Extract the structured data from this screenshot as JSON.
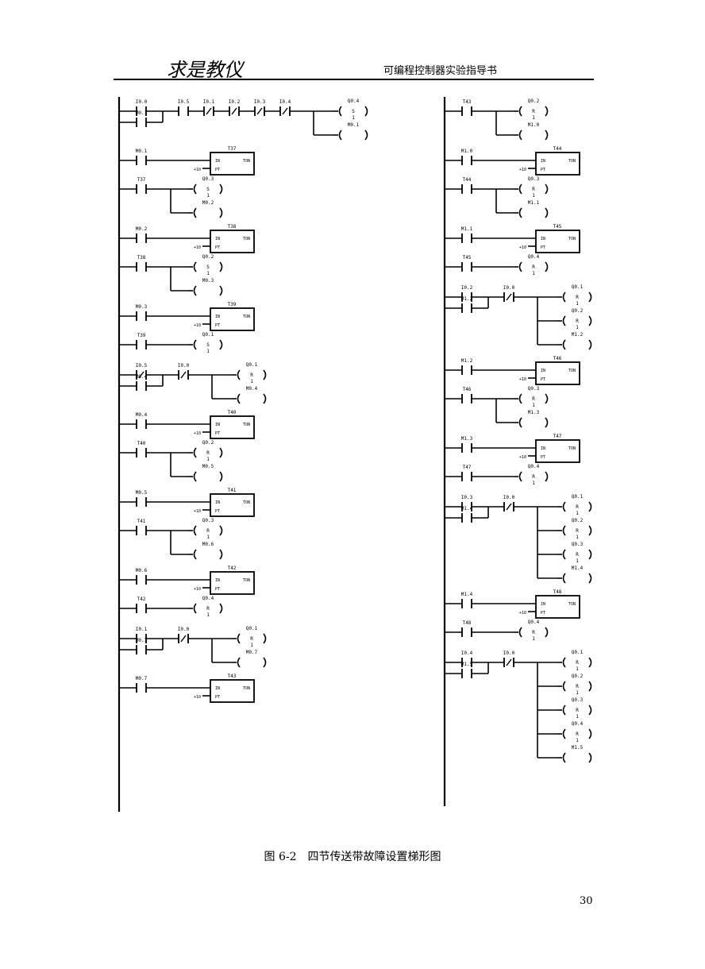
{
  "header": {
    "left": "求是教仪",
    "right": "可编程控制器实验指导书"
  },
  "caption": "图 6-2　四节传送带故障设置梯形图",
  "page_number": "30",
  "ladder": {
    "left_column": [
      {
        "type": "branch",
        "a": {
          "name": "I0.0",
          "nc": false
        },
        "b": {
          "name": "M0.1",
          "nc": false
        },
        "series": [
          {
            "name": "I0.5",
            "nc": false
          },
          {
            "name": "I0.1",
            "nc": true
          },
          {
            "name": "I0.2",
            "nc": true
          },
          {
            "name": "I0.3",
            "nc": true
          },
          {
            "name": "I0.4",
            "nc": true
          }
        ],
        "coils": [
          {
            "name": "Q0.4",
            "op": "S",
            "n": "1"
          },
          {
            "name": "M0.1"
          }
        ]
      },
      {
        "type": "timer",
        "contact": "M0.1",
        "name": "T37",
        "in": "IN",
        "mode": "TON",
        "pt_label": "PT",
        "pt": "+10"
      },
      {
        "type": "rung",
        "contact": {
          "name": "T37",
          "nc": false
        },
        "coils": [
          {
            "name": "Q0.3",
            "op": "S",
            "n": "1"
          },
          {
            "name": "M0.2"
          }
        ]
      },
      {
        "type": "timer",
        "contact": "M0.2",
        "name": "T38",
        "in": "IN",
        "mode": "TON",
        "pt_label": "PT",
        "pt": "+10"
      },
      {
        "type": "rung",
        "contact": {
          "name": "T38",
          "nc": false
        },
        "coils": [
          {
            "name": "Q0.2",
            "op": "S",
            "n": "1"
          },
          {
            "name": "M0.3"
          }
        ]
      },
      {
        "type": "timer",
        "contact": "M0.3",
        "name": "T39",
        "in": "IN",
        "mode": "TON",
        "pt_label": "PT",
        "pt": "+10"
      },
      {
        "type": "rung",
        "contact": {
          "name": "T39",
          "nc": false
        },
        "coils": [
          {
            "name": "Q0.1",
            "op": "S",
            "n": "1"
          }
        ]
      },
      {
        "type": "branch",
        "a": {
          "name": "I0.5",
          "nc": true
        },
        "b": {
          "name": "M0.4",
          "nc": false
        },
        "series": [
          {
            "name": "I0.0",
            "nc": true
          }
        ],
        "coils": [
          {
            "name": "Q0.1",
            "op": "R",
            "n": "1"
          },
          {
            "name": "M0.4"
          }
        ]
      },
      {
        "type": "timer",
        "contact": "M0.4",
        "name": "T40",
        "in": "IN",
        "mode": "TON",
        "pt_label": "PT",
        "pt": "+10"
      },
      {
        "type": "rung",
        "contact": {
          "name": "T40",
          "nc": false
        },
        "coils": [
          {
            "name": "Q0.2",
            "op": "R",
            "n": "1"
          },
          {
            "name": "M0.5"
          }
        ]
      },
      {
        "type": "timer",
        "contact": "M0.5",
        "name": "T41",
        "in": "IN",
        "mode": "TON",
        "pt_label": "PT",
        "pt": "+10"
      },
      {
        "type": "rung",
        "contact": {
          "name": "T41",
          "nc": false
        },
        "coils": [
          {
            "name": "Q0.3",
            "op": "R",
            "n": "1"
          },
          {
            "name": "M0.6"
          }
        ]
      },
      {
        "type": "timer",
        "contact": "M0.6",
        "name": "T42",
        "in": "IN",
        "mode": "TON",
        "pt_label": "PT",
        "pt": "+10"
      },
      {
        "type": "rung",
        "contact": {
          "name": "T42",
          "nc": false
        },
        "coils": [
          {
            "name": "Q0.4",
            "op": "R",
            "n": "1"
          }
        ]
      },
      {
        "type": "branch",
        "a": {
          "name": "I0.1",
          "nc": false
        },
        "b": {
          "name": "M0.7",
          "nc": false
        },
        "series": [
          {
            "name": "I0.0",
            "nc": true
          }
        ],
        "coils": [
          {
            "name": "Q0.1",
            "op": "R",
            "n": "1"
          },
          {
            "name": "M0.7"
          }
        ]
      },
      {
        "type": "timer",
        "contact": "M0.7",
        "name": "T43",
        "in": "IN",
        "mode": "TON",
        "pt_label": "PT",
        "pt": "+10"
      }
    ],
    "right_column": [
      {
        "type": "rung",
        "contact": {
          "name": "T43",
          "nc": false
        },
        "coils": [
          {
            "name": "Q0.2",
            "op": "R",
            "n": "1"
          },
          {
            "name": "M1.0"
          }
        ]
      },
      {
        "type": "timer",
        "contact": "M1.0",
        "name": "T44",
        "in": "IN",
        "mode": "TON",
        "pt_label": "PT",
        "pt": "+10"
      },
      {
        "type": "rung",
        "contact": {
          "name": "T44",
          "nc": false
        },
        "coils": [
          {
            "name": "Q0.3",
            "op": "R",
            "n": "1"
          },
          {
            "name": "M1.1"
          }
        ]
      },
      {
        "type": "timer",
        "contact": "M1.1",
        "name": "T45",
        "in": "IN",
        "mode": "TON",
        "pt_label": "PT",
        "pt": "+10"
      },
      {
        "type": "rung",
        "contact": {
          "name": "T45",
          "nc": false
        },
        "coils": [
          {
            "name": "Q0.4",
            "op": "R",
            "n": "1"
          }
        ]
      },
      {
        "type": "branch",
        "a": {
          "name": "I0.2",
          "nc": false
        },
        "b": {
          "name": "M1.2",
          "nc": false
        },
        "series": [
          {
            "name": "I0.0",
            "nc": true
          }
        ],
        "coils": [
          {
            "name": "Q0.1",
            "op": "R",
            "n": "1"
          },
          {
            "name": "Q0.2",
            "op": "R",
            "n": "1"
          },
          {
            "name": "M1.2"
          }
        ]
      },
      {
        "type": "timer",
        "contact": "M1.2",
        "name": "T46",
        "in": "IN",
        "mode": "TON",
        "pt_label": "PT",
        "pt": "+10"
      },
      {
        "type": "rung",
        "contact": {
          "name": "T46",
          "nc": false
        },
        "coils": [
          {
            "name": "Q0.3",
            "op": "R",
            "n": "1"
          },
          {
            "name": "M1.3"
          }
        ]
      },
      {
        "type": "timer",
        "contact": "M1.3",
        "name": "T47",
        "in": "IN",
        "mode": "TON",
        "pt_label": "PT",
        "pt": "+10"
      },
      {
        "type": "rung",
        "contact": {
          "name": "T47",
          "nc": false
        },
        "coils": [
          {
            "name": "Q0.4",
            "op": "R",
            "n": "1"
          }
        ]
      },
      {
        "type": "branch",
        "a": {
          "name": "I0.3",
          "nc": false
        },
        "b": {
          "name": "M1.4",
          "nc": false
        },
        "series": [
          {
            "name": "I0.0",
            "nc": true
          }
        ],
        "coils": [
          {
            "name": "Q0.1",
            "op": "R",
            "n": "1"
          },
          {
            "name": "Q0.2",
            "op": "R",
            "n": "1"
          },
          {
            "name": "Q0.3",
            "op": "R",
            "n": "1"
          },
          {
            "name": "M1.4"
          }
        ]
      },
      {
        "type": "timer",
        "contact": "M1.4",
        "name": "T48",
        "in": "IN",
        "mode": "TON",
        "pt_label": "PT",
        "pt": "+10"
      },
      {
        "type": "rung",
        "contact": {
          "name": "T48",
          "nc": false
        },
        "coils": [
          {
            "name": "Q0.4",
            "op": "R",
            "n": "1"
          }
        ]
      },
      {
        "type": "branch",
        "a": {
          "name": "I0.4",
          "nc": false
        },
        "b": {
          "name": "M1.5",
          "nc": false
        },
        "series": [
          {
            "name": "I0.0",
            "nc": true
          }
        ],
        "coils": [
          {
            "name": "Q0.1",
            "op": "R",
            "n": "1"
          },
          {
            "name": "Q0.2",
            "op": "R",
            "n": "1"
          },
          {
            "name": "Q0.3",
            "op": "R",
            "n": "1"
          },
          {
            "name": "Q0.4",
            "op": "R",
            "n": "1"
          },
          {
            "name": "M1.5"
          }
        ]
      }
    ]
  }
}
